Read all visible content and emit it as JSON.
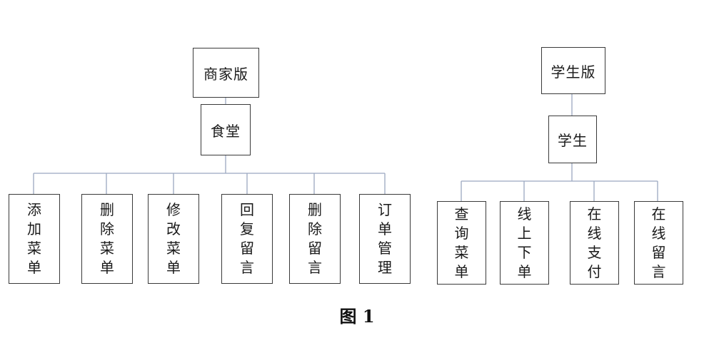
{
  "merchant": {
    "root": "商家版",
    "node": "食堂",
    "children": [
      "添加菜单",
      "删除菜单",
      "修改菜单",
      "回复留言",
      "删除留言",
      "订单管理"
    ]
  },
  "student": {
    "root": "学生版",
    "node": "学生",
    "children": [
      "查询菜单",
      "线上下单",
      "在线支付",
      "在线留言"
    ]
  },
  "caption": "图 1",
  "colors": {
    "line": "#9aa8c0",
    "border": "#3a3a3a"
  }
}
